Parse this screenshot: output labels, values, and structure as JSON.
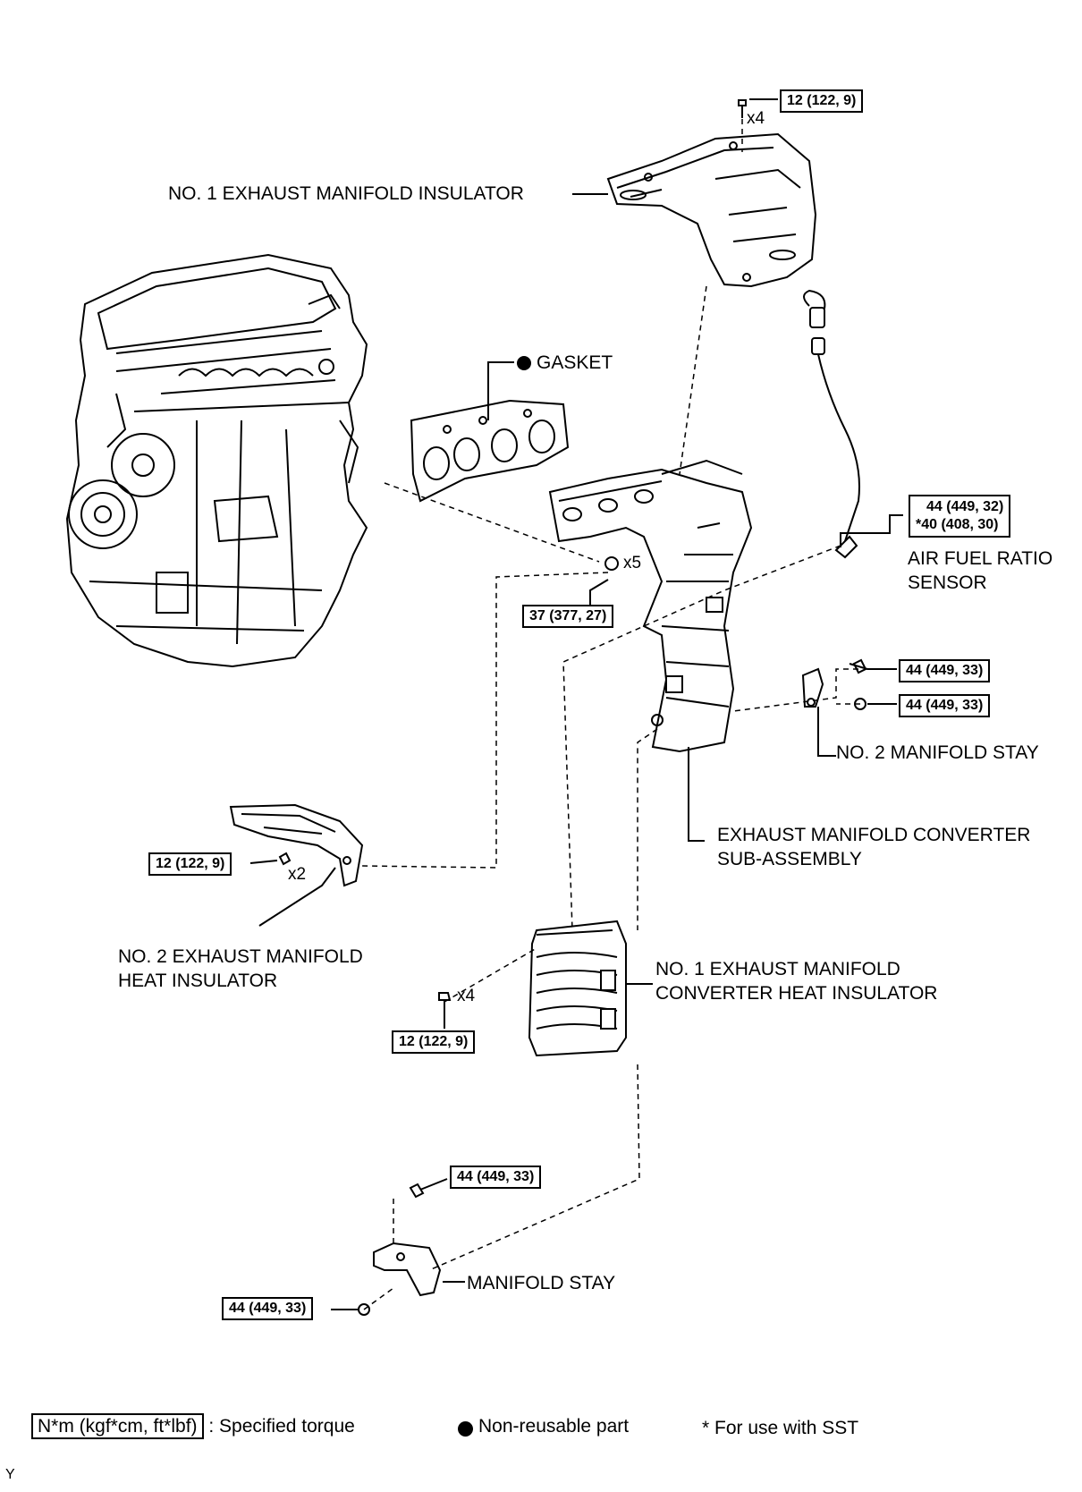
{
  "labels": {
    "insulator1": "NO. 1 EXHAUST MANIFOLD INSULATOR",
    "gasket": "GASKET",
    "af_sensor_1": "AIR FUEL RATIO",
    "af_sensor_2": "SENSOR",
    "stay2": "NO. 2 MANIFOLD STAY",
    "converter_1": "EXHAUST MANIFOLD CONVERTER",
    "converter_2": "SUB-ASSEMBLY",
    "heat_ins2_1": "NO. 2 EXHAUST MANIFOLD",
    "heat_ins2_2": "HEAT INSULATOR",
    "conv_heat_1": "NO. 1 EXHAUST MANIFOLD",
    "conv_heat_2": "CONVERTER HEAT INSULATOR",
    "stay": "MANIFOLD STAY"
  },
  "torques": {
    "t_insulator": "12 (122, 9)",
    "t_sensor_a": "44 (449, 32)",
    "t_sensor_b": "*40 (408, 30)",
    "t_manifold_nuts": "37 (377, 27)",
    "t_stay2_bolt": "44 (449, 33)",
    "t_stay2_nut": "44 (449, 33)",
    "t_heat_ins2": "12 (122, 9)",
    "t_conv_heat": "12 (122, 9)",
    "t_stay_bolt": "44 (449, 33)",
    "t_stay_nut": "44 (449, 33)"
  },
  "quantities": {
    "q_insulator": "x4",
    "q_manifold": "x5",
    "q_heat_ins2": "x2",
    "q_conv_heat": "x4"
  },
  "legend": {
    "torque_unit": "N*m (kgf*cm, ft*lbf)",
    "torque_text": ": Specified torque",
    "nonreusable": "Non-reusable part",
    "sst": "* For use with SST"
  },
  "corner_mark": "Y"
}
